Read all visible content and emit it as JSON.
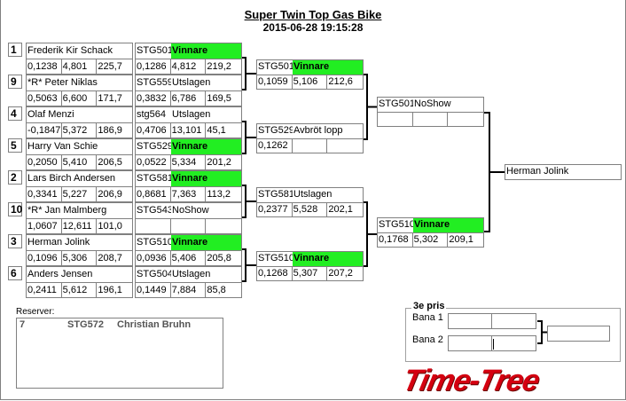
{
  "header": {
    "title": "Super Twin Top Gas Bike",
    "datetime": "2015-06-28 19:15:28"
  },
  "round1": [
    {
      "seed": "1",
      "name": "Frederik Kir Schack",
      "q": [
        "0,1238",
        "4,801",
        "225,7"
      ],
      "id": "STG501",
      "status": "Vinnare",
      "win": true,
      "r": [
        "0,1286",
        "4,812",
        "219,2"
      ]
    },
    {
      "seed": "9",
      "name": "*R* Peter Niklas",
      "q": [
        "0,5063",
        "6,600",
        "171,7"
      ],
      "id": "STG559",
      "status": "Utslagen",
      "win": false,
      "r": [
        "0,3832",
        "6,786",
        "169,5"
      ]
    },
    {
      "seed": "4",
      "name": "Olaf Menzi",
      "q": [
        "-0,1847",
        "5,372",
        "186,9"
      ],
      "id": "stg564",
      "status": "Utslagen",
      "win": false,
      "r": [
        "0,4706",
        "13,101",
        "45,1"
      ]
    },
    {
      "seed": "5",
      "name": "Harry Van Schie",
      "q": [
        "0,2050",
        "5,410",
        "206,5"
      ],
      "id": "STG529",
      "status": "Vinnare",
      "win": true,
      "r": [
        "0,0522",
        "5,334",
        "201,2"
      ]
    },
    {
      "seed": "2",
      "name": "Lars Birch Andersen",
      "q": [
        "0,3341",
        "5,227",
        "206,9"
      ],
      "id": "STG581",
      "status": "Vinnare",
      "win": true,
      "r": [
        "0,8681",
        "7,363",
        "113,2"
      ]
    },
    {
      "seed": "10",
      "name": "*R* Jan Malmberg",
      "q": [
        "1,0607",
        "12,611",
        "101,0"
      ],
      "id": "STG543",
      "status": "NoShow",
      "win": false,
      "r": [
        "",
        "",
        ""
      ]
    },
    {
      "seed": "3",
      "name": "Herman Jolink",
      "q": [
        "0,1096",
        "5,306",
        "208,7"
      ],
      "id": "STG510",
      "status": "Vinnare",
      "win": true,
      "r": [
        "0,0936",
        "5,406",
        "205,8"
      ]
    },
    {
      "seed": "6",
      "name": "Anders Jensen",
      "q": [
        "0,2411",
        "5,612",
        "196,1"
      ],
      "id": "STG504",
      "status": "Utslagen",
      "win": false,
      "r": [
        "0,1449",
        "7,884",
        "85,8"
      ]
    }
  ],
  "round2": [
    {
      "id": "STG501",
      "status": "Vinnare",
      "win": true,
      "r": [
        "0,1059",
        "5,106",
        "212,6"
      ]
    },
    {
      "id": "STG529",
      "status": "Avbröt lopp",
      "win": false,
      "r": [
        "0,1262",
        "",
        ""
      ]
    },
    {
      "id": "STG581",
      "status": "Utslagen",
      "win": false,
      "r": [
        "0,2377",
        "5,528",
        "202,1"
      ]
    },
    {
      "id": "STG510",
      "status": "Vinnare",
      "win": true,
      "r": [
        "0,1268",
        "5,307",
        "207,2"
      ]
    }
  ],
  "round3": [
    {
      "id": "STG501",
      "status": "NoShow",
      "win": false,
      "r": [
        "",
        "",
        ""
      ]
    },
    {
      "id": "STG510",
      "status": "Vinnare",
      "win": true,
      "r": [
        "0,1768",
        "5,302",
        "209,1"
      ]
    }
  ],
  "final": {
    "winner": "Herman Jolink"
  },
  "reserves": {
    "label": "Reserver:",
    "items": [
      {
        "num": "7",
        "id": "STG572",
        "name": "Christian Bruhn"
      }
    ]
  },
  "third_prize": {
    "label": "3e pris",
    "lane1": "Bana 1",
    "lane2": "Bana 2"
  },
  "logo": {
    "text": "Time-Tree",
    "color": "#d40010"
  },
  "colors": {
    "winner": "#22ee22"
  }
}
